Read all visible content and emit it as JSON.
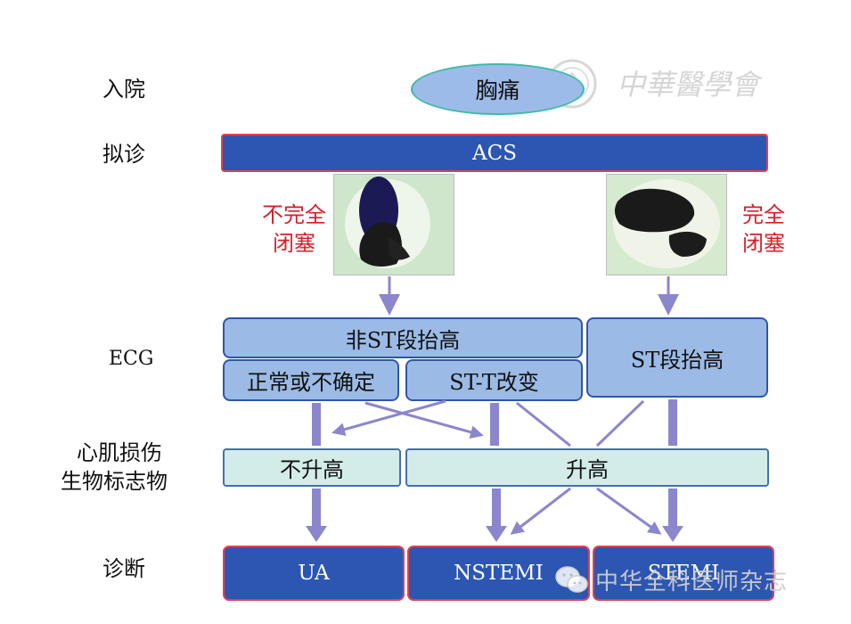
{
  "rows": {
    "admission": "入院",
    "preliminary": "拟诊",
    "ecg": "ECG",
    "biomarker_line1": "心肌损伤",
    "biomarker_line2": "生物标志物",
    "diagnosis": "诊断"
  },
  "nodes": {
    "chest_pain": "胸痛",
    "acs": "ACS",
    "non_st_elevation": "非ST段抬高",
    "normal_or_uncertain": "正常或不确定",
    "st_t_change": "ST-T改变",
    "st_elevation": "ST段抬高",
    "not_elevated": "不升高",
    "elevated": "升高",
    "ua": "UA",
    "nstemi": "NSTEMI",
    "stemi": "STEMI"
  },
  "occlusion": {
    "partial_line1": "不完全",
    "partial_line2": "闭塞",
    "complete_line1": "完全",
    "complete_line2": "闭塞"
  },
  "watermark": {
    "top_script": "中華醫學會",
    "bottom": "中华全科医师杂志"
  },
  "colors": {
    "dark_blue": "#2c56b2",
    "light_blue": "#9bbbe6",
    "mint": "#d3ecea",
    "red_border": "#e04250",
    "red_text": "#d4202a",
    "arrow": "#8c86cc"
  }
}
